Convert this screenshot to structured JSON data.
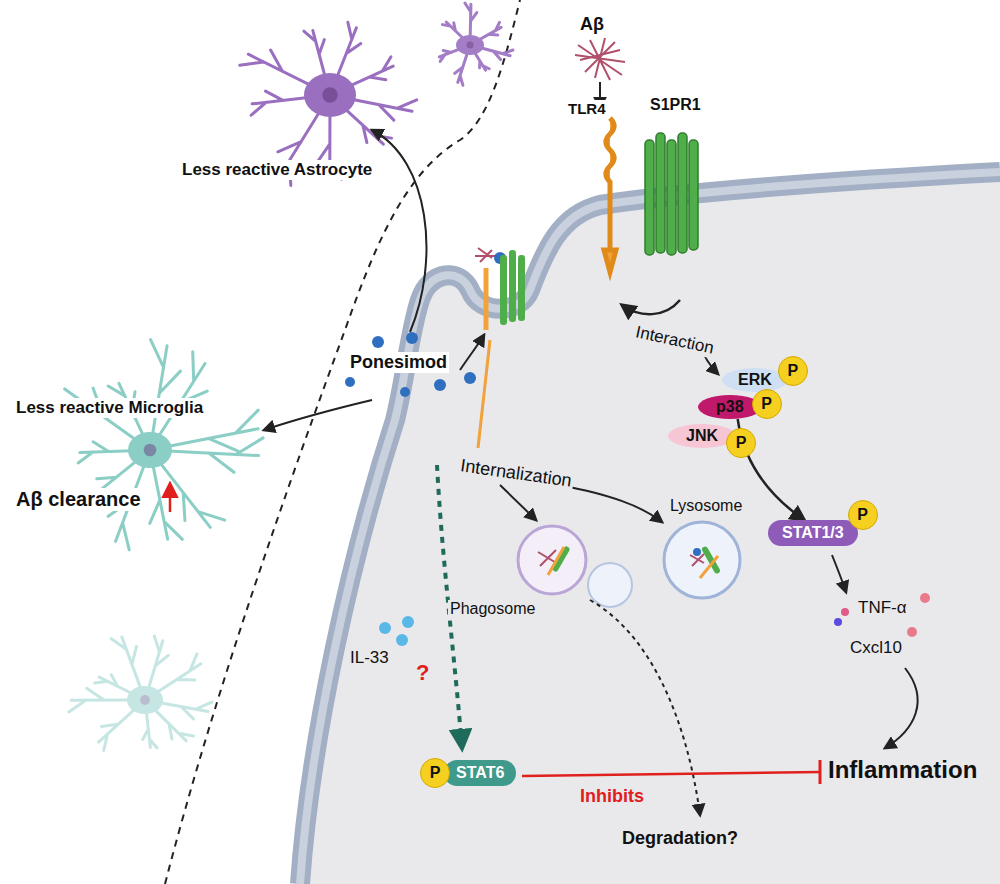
{
  "diagram": {
    "nodes": [
      {
        "text": [
          "ERK"
        ]
      },
      {
        "text": [
          "P"
        ],
        "in": 0
      },
      {
        "text": [
          "p38"
        ]
      },
      {
        "text": [
          "P"
        ],
        "in": 2
      },
      {
        "text": [
          "JNK"
        ]
      },
      {
        "text": [
          "P"
        ],
        "in": 4
      },
      {
        "text": [
          "STAT1/3"
        ]
      },
      {
        "text": [
          "P"
        ],
        "in": 6
      },
      {
        "text": [
          "STAT6"
        ]
      },
      {
        "text": [
          "P"
        ],
        "in": 8
      }
    ],
    "edges": [
      {
        "from": 2,
        "to": 6,
        "arrow": "to"
      }
    ],
    "labels": [
      "Less reactive Astrocyte",
      "Less reactive Microglia",
      "Aβ clearance",
      "Ponesimod",
      "Aβ",
      "S1PR1",
      "TLR4",
      "Interaction",
      "Internalization",
      "Lysosome",
      "Phagosome",
      "IL-33",
      "?",
      "TNF-α",
      "Cxcl10",
      "Inflammation",
      "Inhibits",
      "Degradation?"
    ]
  }
}
